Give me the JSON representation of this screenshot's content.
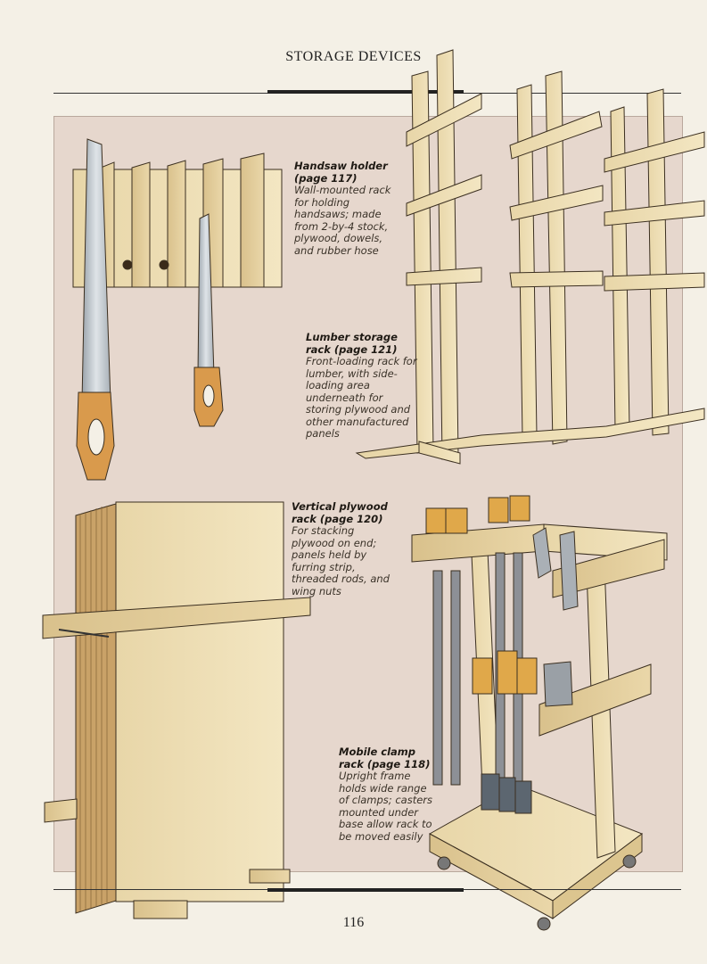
{
  "header": {
    "title": "STORAGE DEVICES"
  },
  "captions": {
    "handsaw": {
      "title": "Handsaw holder (page 117)",
      "body": "Wall-mounted rack for holding handsaws; made from 2-by-4 stock, plywood, dowels, and rubber hose"
    },
    "lumber": {
      "title": "Lumber storage rack (page 121)",
      "body": "Front-loading rack for lumber, with side-loading area underneath for storing plywood and other manufactured panels"
    },
    "plywood": {
      "title": "Vertical plywood rack (page 120)",
      "body": "For stacking plywood on end; panels held by furring strip, threaded rods, and wing nuts"
    },
    "clamp": {
      "title": "Mobile clamp rack (page 118)",
      "body": "Upright frame holds wide range of clamps; casters mounted under base allow rack to be moved easily"
    }
  },
  "footer": {
    "page_number": "116"
  }
}
